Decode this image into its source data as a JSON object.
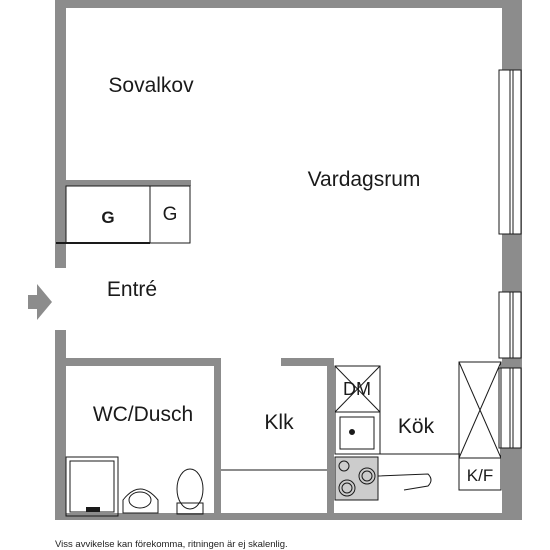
{
  "rooms": {
    "sovalkov": "Sovalkov",
    "vardagsrum": "Vardagsrum",
    "entre": "Entré",
    "wc_dusch": "WC/Dusch",
    "klk": "Klk",
    "kok": "Kök"
  },
  "storage": {
    "g_left": "G",
    "g_right": "G"
  },
  "appliances": {
    "dishwasher": "DM",
    "fridge_freezer": "K/F"
  },
  "footer": {
    "disclaimer": "Viss avvikelse kan förekomma, ritningen är ej skalenlig."
  },
  "colors": {
    "wall": "#8c8c8c",
    "line": "#1a1a1a",
    "floor": "#ffffff"
  }
}
